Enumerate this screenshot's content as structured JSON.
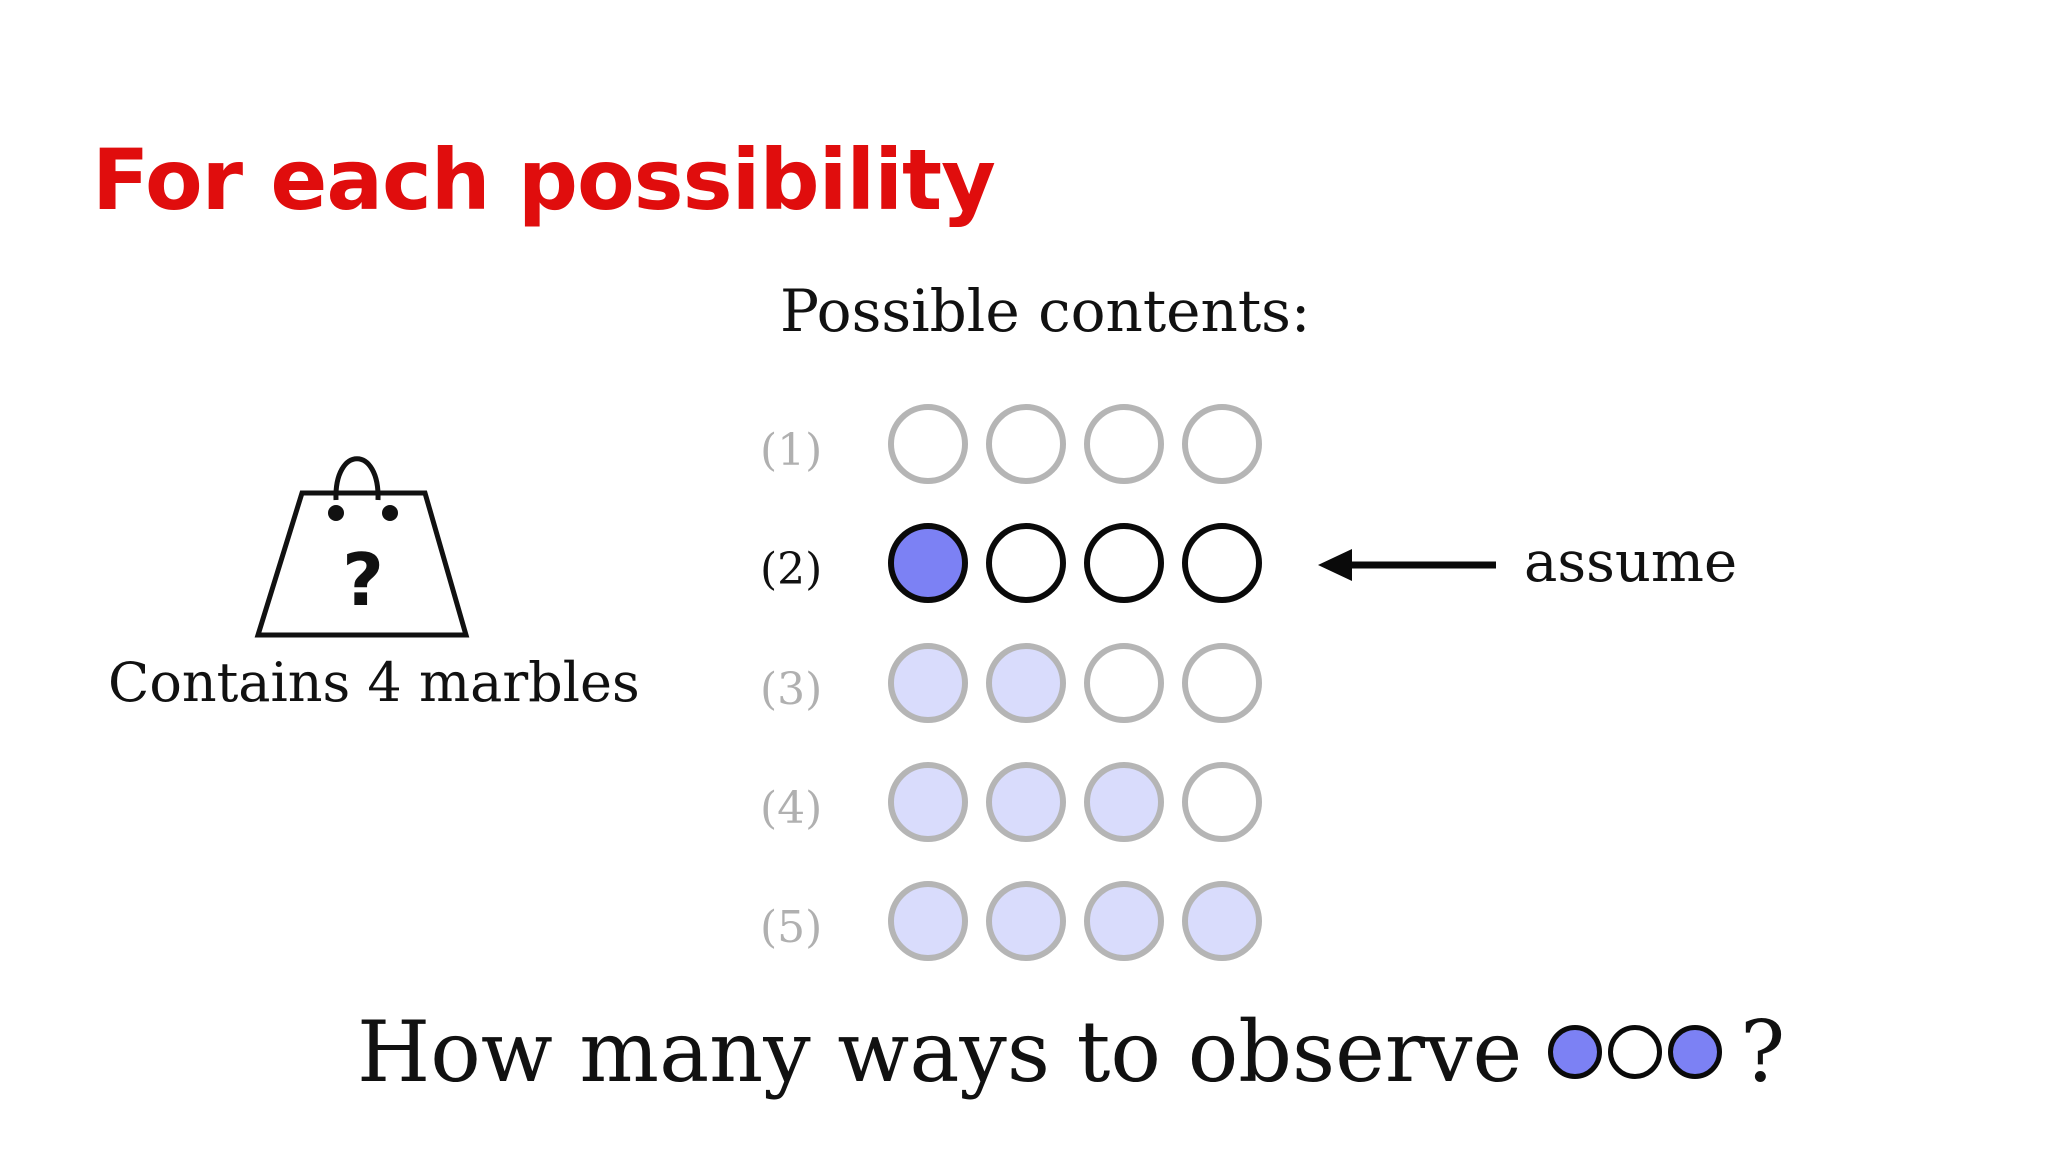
{
  "title": "For each possibility",
  "bag": {
    "icon": "shopping-bag-icon",
    "glyph": "?",
    "caption": "Contains 4 marbles"
  },
  "possible_header": "Possible contents:",
  "rows": [
    {
      "label": "(1)",
      "marbles": [
        "white",
        "white",
        "white",
        "white"
      ],
      "active": false
    },
    {
      "label": "(2)",
      "marbles": [
        "blue",
        "white",
        "white",
        "white"
      ],
      "active": true
    },
    {
      "label": "(3)",
      "marbles": [
        "blue",
        "blue",
        "white",
        "white"
      ],
      "active": false
    },
    {
      "label": "(4)",
      "marbles": [
        "blue",
        "blue",
        "blue",
        "white"
      ],
      "active": false
    },
    {
      "label": "(5)",
      "marbles": [
        "blue",
        "blue",
        "blue",
        "blue"
      ],
      "active": false
    }
  ],
  "assume_label": "assume",
  "question": {
    "text": "How many ways to observe",
    "observed": [
      "blue",
      "white",
      "blue"
    ],
    "suffix": "?"
  },
  "colors": {
    "title": "#e00d0d",
    "blue_active": "#7c81f4",
    "blue_faded": "#d9dcfc",
    "faded_outline": "#b5b5b5"
  }
}
